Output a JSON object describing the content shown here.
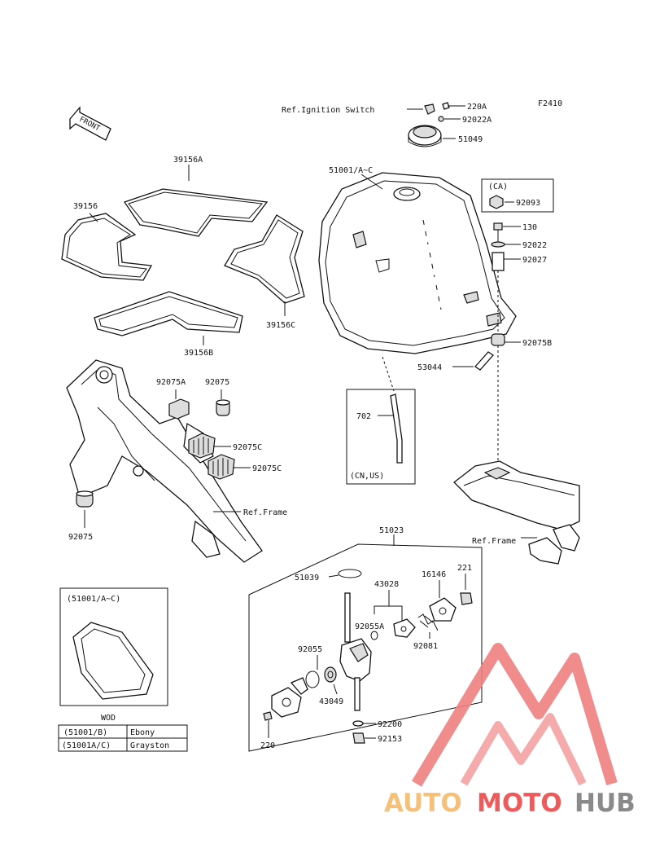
{
  "figure_code": "F2410",
  "front_arrow_label": "FRONT",
  "labels": {
    "ref_ignition_switch": "Ref.Ignition Switch",
    "p220A": "220A",
    "p92022A": "92022A",
    "p51049": "51049",
    "p51001AC": "51001/A~C",
    "ca": "(CA)",
    "p92093": "92093",
    "p130": "130",
    "p92022": "92022",
    "p92027": "92027",
    "p92075B": "92075B",
    "p53044": "53044",
    "p702": "702",
    "cn_us": "(CN,US)",
    "p39156A": "39156A",
    "p39156": "39156",
    "p39156C": "39156C",
    "p39156B": "39156B",
    "p92075A": "92075A",
    "p92075_top": "92075",
    "p92075C_1": "92075C",
    "p92075C_2": "92075C",
    "ref_frame_left": "Ref.Frame",
    "p92075_left": "92075",
    "ref_frame_right": "Ref.Frame",
    "p51023": "51023",
    "p51039": "51039",
    "p43028": "43028",
    "p16146": "16146",
    "p221": "221",
    "p92055A": "92055A",
    "p92081": "92081",
    "p92055": "92055",
    "p43049": "43049",
    "p92200": "92200",
    "p92153": "92153",
    "p220": "220",
    "inset_title": "(51001/A~C)",
    "wod": "WOD"
  },
  "color_table": [
    {
      "code": "(51001/B)",
      "color": "Ebony"
    },
    {
      "code": "(51001A/C)",
      "color": "Grayston"
    }
  ],
  "watermark": {
    "part1": "AUTO",
    "part2": "MOTO",
    "part3": "HUB",
    "color_light": "#f5c07a",
    "color_red": "#ef5a5a",
    "color_grey": "#8a8a8a"
  }
}
